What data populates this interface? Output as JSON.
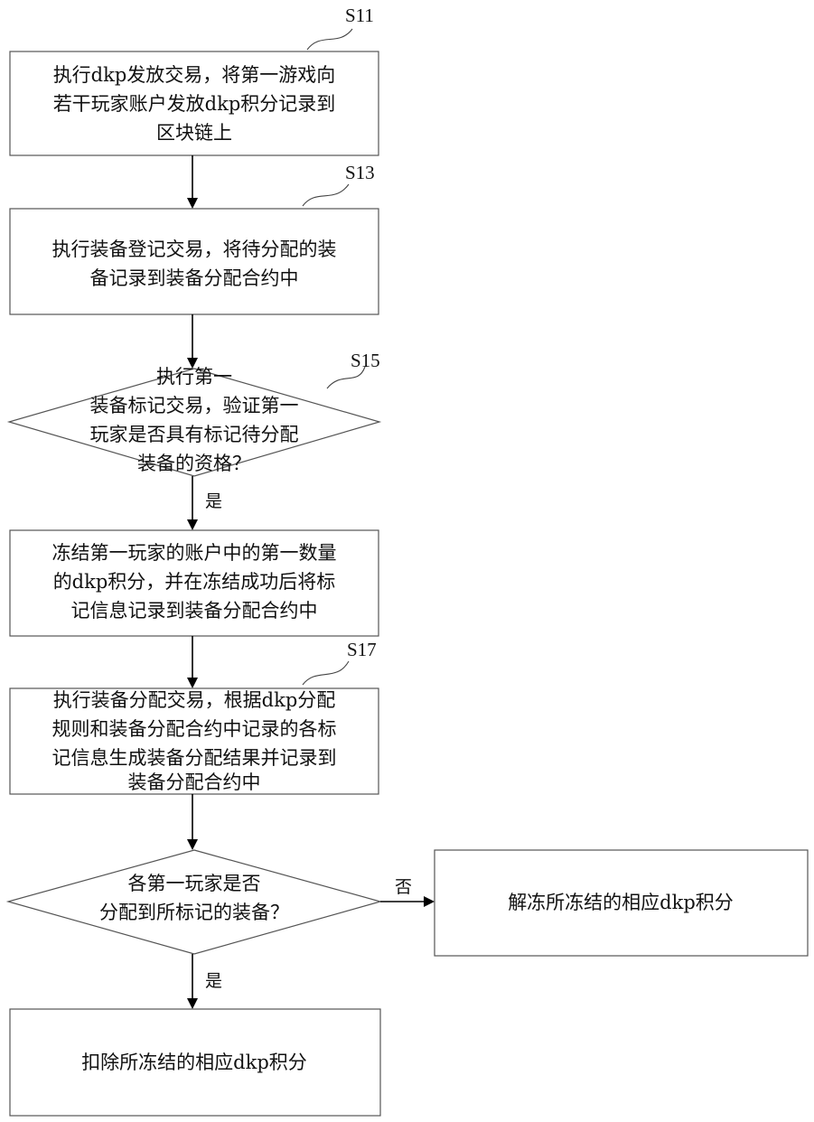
{
  "steps": {
    "s11": {
      "label": "S11",
      "lines": [
        "执行dkp发放交易，将第一游戏向",
        "若干玩家账户发放dkp积分记录到",
        "区块链上"
      ]
    },
    "s13": {
      "label": "S13",
      "lines": [
        "执行装备登记交易，将待分配的装",
        "备记录到装备分配合约中"
      ]
    },
    "s15": {
      "label": "S15",
      "lines": [
        "执行第一",
        "装备标记交易，验证第一",
        "玩家是否具有标记待分配",
        "装备的资格？"
      ]
    },
    "freeze": {
      "lines": [
        "冻结第一玩家的账户中的第一数量",
        "的dkp积分，并在冻结成功后将标",
        "记信息记录到装备分配合约中"
      ]
    },
    "s17": {
      "label": "S17",
      "lines": [
        "执行装备分配交易，根据dkp分配",
        "规则和装备分配合约中记录的各标",
        "记信息生成装备分配结果并记录到",
        "装备分配合约中"
      ]
    },
    "decision2": {
      "lines": [
        "各第一玩家是否",
        "分配到所标记的装备？"
      ]
    },
    "unfreeze": {
      "lines": [
        "解冻所冻结的相应dkp积分"
      ]
    },
    "deduct": {
      "lines": [
        "扣除所冻结的相应dkp积分"
      ]
    }
  },
  "edges": {
    "yes1": "是",
    "no": "否",
    "yes2": "是"
  },
  "colors": {
    "stroke": "#555555",
    "arrow": "#000000"
  }
}
